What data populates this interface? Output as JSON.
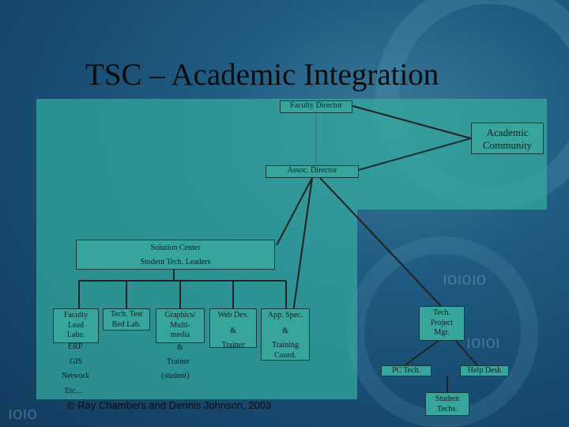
{
  "title": "TSC – Academic Integration",
  "nodes": {
    "faculty_director": "Faculty Director",
    "academic_community": [
      "Academic",
      "Community"
    ],
    "assoc_director": "Assoc. Director",
    "solution_center": "Solution Center",
    "student_tech_leaders": "Student Tech. Leaders",
    "faculty_lead_labs": [
      "Faculty",
      "Lead",
      "Labs:"
    ],
    "erp": "ERP",
    "gis": "GIS",
    "network": "Network",
    "etc": "Etc…",
    "tech_test_bed_lab": [
      "Tech. Test",
      "Bed Lab."
    ],
    "graphics_multimedia": [
      "Graphics/",
      "Multi-",
      "media"
    ],
    "graphics_amp": "&",
    "graphics_trainer": "Trainer",
    "graphics_student": "(student)",
    "web_dev": "Web Dev.",
    "web_amp": "&",
    "web_trainer": "Trainer",
    "app_spec": "App. Spec.",
    "app_amp": "&",
    "app_training": [
      "Training",
      "Coord."
    ],
    "tech_project_mgr": [
      "Tech.",
      "Project",
      "Mgr."
    ],
    "pc_tech": "PC Tech.",
    "help_desk": "Help Desk",
    "student_techs": [
      "Student",
      "Techs."
    ]
  },
  "copyright": "© Ray Chambers and Dennis Johnson, 2003"
}
